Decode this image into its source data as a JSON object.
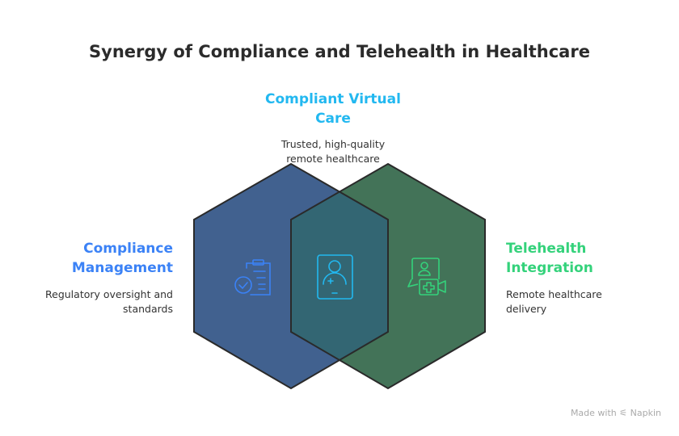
{
  "title": "Synergy of Compliance and Telehealth in Healthcare",
  "center": {
    "heading": "Compliant Virtual Care",
    "heading_line1": "Compliant Virtual",
    "heading_line2": "Care",
    "description_line1": "Trusted, high-quality",
    "description_line2": "remote healthcare",
    "color": "#22b8f0",
    "icon": "patient-tablet-icon"
  },
  "left": {
    "heading_line1": "Compliance",
    "heading_line2": "Management",
    "description_line1": "Regulatory oversight and",
    "description_line2": "standards",
    "color": "#3b82f6",
    "fill": "#41618f",
    "icon": "clipboard-check-icon"
  },
  "right": {
    "heading_line1": "Telehealth",
    "heading_line2": "Integration",
    "description_line1": "Remote healthcare",
    "description_line2": "delivery",
    "color": "#34d27b",
    "fill": "#437358",
    "icon": "video-consult-icon"
  },
  "footer": {
    "label": "Made with",
    "brand": "Napkin"
  }
}
